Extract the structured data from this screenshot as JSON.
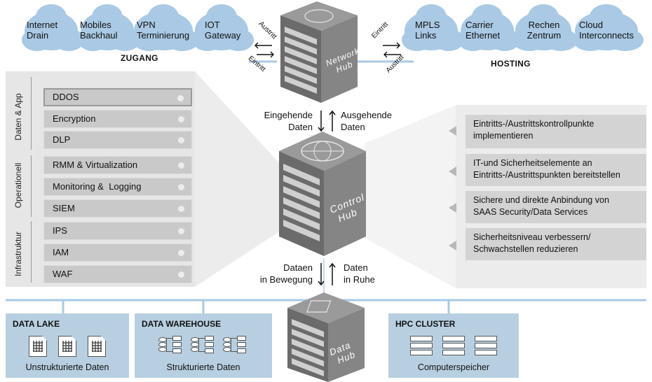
{
  "top": {
    "clouds_left": [
      {
        "line1": "Internet",
        "line2": "Drain"
      },
      {
        "line1": "Mobiles",
        "line2": "Backhaul"
      },
      {
        "line1": "VPN",
        "line2": "Terminierung"
      },
      {
        "line1": "IOT",
        "line2": "Gateway"
      }
    ],
    "clouds_right": [
      {
        "line1": "MPLS",
        "line2": "Links"
      },
      {
        "line1": "Carrier",
        "line2": "Ethernet"
      },
      {
        "line1": "Rechen",
        "line2": "Zentrum"
      },
      {
        "line1": "Cloud",
        "line2": "Interconnects"
      }
    ],
    "left_title": "ZUGANG",
    "right_title": "HOSTING",
    "left_exit": "Austritt",
    "left_entry": "Eintritt",
    "right_entry": "Eintritt",
    "right_exit": "Austritt"
  },
  "hubs": {
    "network": {
      "line1": "Network",
      "line2": "Hub"
    },
    "control": {
      "line1": "Control",
      "line2": "Hub"
    },
    "data": {
      "line1": "Data",
      "line2": "Hub"
    }
  },
  "flows": {
    "incoming": {
      "line1": "Eingehende",
      "line2": "Daten"
    },
    "outgoing": {
      "line1": "Ausgehende",
      "line2": "Daten"
    },
    "in_motion": {
      "line1": "Dataen",
      "line2": "in Bewegung"
    },
    "at_rest": {
      "line1": "Daten",
      "line2": "in Ruhe"
    }
  },
  "security": {
    "groups": [
      {
        "label": "Daten & App",
        "items": [
          "DDOS",
          "Encryption",
          "DLP"
        ]
      },
      {
        "label": "Operationell",
        "items": [
          "RMM & Virtualization",
          "Monitoring &  Logging",
          "SIEM"
        ]
      },
      {
        "label": "Infrastruktur",
        "items": [
          "IPS",
          "IAM",
          "WAF"
        ]
      }
    ],
    "selected": "DDOS"
  },
  "benefits": [
    {
      "line1": "Eintritts-/Austrittskontrollpunkte",
      "line2": "implementieren"
    },
    {
      "line1": "IT-und Sicherheitselemente an",
      "line2": "Eintritts-/Austrittspunkten bereitstellen"
    },
    {
      "line1": "Sichere und direkte Anbindung von",
      "line2": "SAAS Security/Data Services"
    },
    {
      "line1": "Sicherheitsniveau verbessern/",
      "line2": "Schwachstellen reduzieren"
    }
  ],
  "bottom": [
    {
      "title": "DATA LAKE",
      "subtitle": "Unstrukturierte Daten"
    },
    {
      "title": "DATA WAREHOUSE",
      "subtitle": "Strukturierte Daten"
    },
    {
      "title": "HPC CLUSTER",
      "subtitle": "Computerspeicher"
    }
  ],
  "colors": {
    "cloud": "#a9c9e4",
    "bottom_box": "#b7cfe0",
    "panel": "#e6e6e6",
    "item": "#c9c9c9",
    "hub_dark": "#6e6e6e",
    "connector": "#a9c9e4"
  }
}
